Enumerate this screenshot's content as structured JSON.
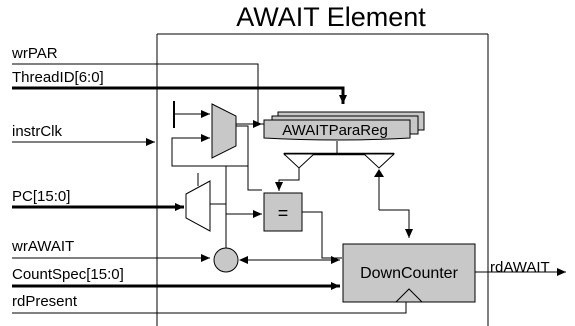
{
  "diagram": {
    "title": "AWAIT Element",
    "inputs": {
      "wrPAR": "wrPAR",
      "threadId": "ThreadID[6:0]",
      "instrClk": "instrClk",
      "pc": "PC[15:0]",
      "wrAwait": "wrAWAIT",
      "countSpec": "CountSpec[15:0]",
      "rdPresent": "rdPresent"
    },
    "outputs": {
      "rdAwait": "rdAWAIT"
    },
    "blocks": {
      "paramRegister": "AWAITParaReg",
      "comparator": "=",
      "counter": "DownCounter"
    },
    "colors": {
      "blockFill": "#c8c8c8",
      "line": "#000000",
      "background": "#ffffff"
    }
  }
}
